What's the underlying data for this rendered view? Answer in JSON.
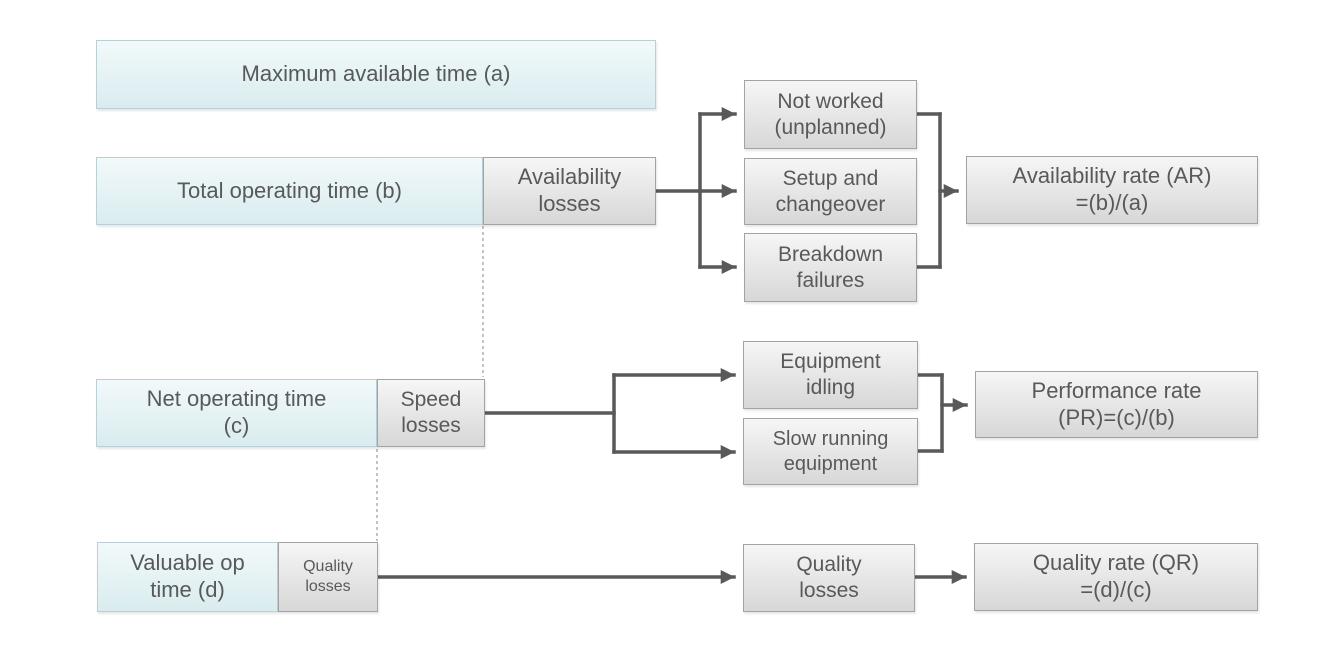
{
  "colors": {
    "background": "#ffffff",
    "time_box_top": "#f2f9fa",
    "time_box_bottom": "#d9ecef",
    "time_box_border": "#bbcfd4",
    "loss_box_top": "#f6f6f6",
    "loss_box_bottom": "#d7d7d7",
    "loss_box_border": "#a3a3a3",
    "connector": "#58595b",
    "dashed_line": "#b5b5b5",
    "text": "#58595b"
  },
  "boxes": {
    "max_time": {
      "label": "Maximum available time (a)"
    },
    "total_time": {
      "label": "Total operating time (b)"
    },
    "availability_losses": {
      "label": "Availability\nlosses"
    },
    "not_worked": {
      "label": "Not worked\n(unplanned)"
    },
    "setup_changeover": {
      "label": "Setup and\nchangeover"
    },
    "breakdown_failures": {
      "label": "Breakdown\nfailures"
    },
    "availability_rate": {
      "label": "Availability rate (AR)\n=(b)/(a)"
    },
    "net_time": {
      "label": "Net operating time\n(c)"
    },
    "speed_losses": {
      "label": "Speed\nlosses"
    },
    "equipment_idling": {
      "label": "Equipment\nidling"
    },
    "slow_running": {
      "label": "Slow running\nequipment"
    },
    "performance_rate": {
      "label": "Performance rate\n(PR)=(c)/(b)"
    },
    "valuable_time": {
      "label": "Valuable op\ntime (d)"
    },
    "quality_losses_small": {
      "label": "Quality\nlosses"
    },
    "quality_losses": {
      "label": "Quality\nlosses"
    },
    "quality_rate": {
      "label": "Quality rate (QR)\n=(d)/(c)"
    }
  }
}
